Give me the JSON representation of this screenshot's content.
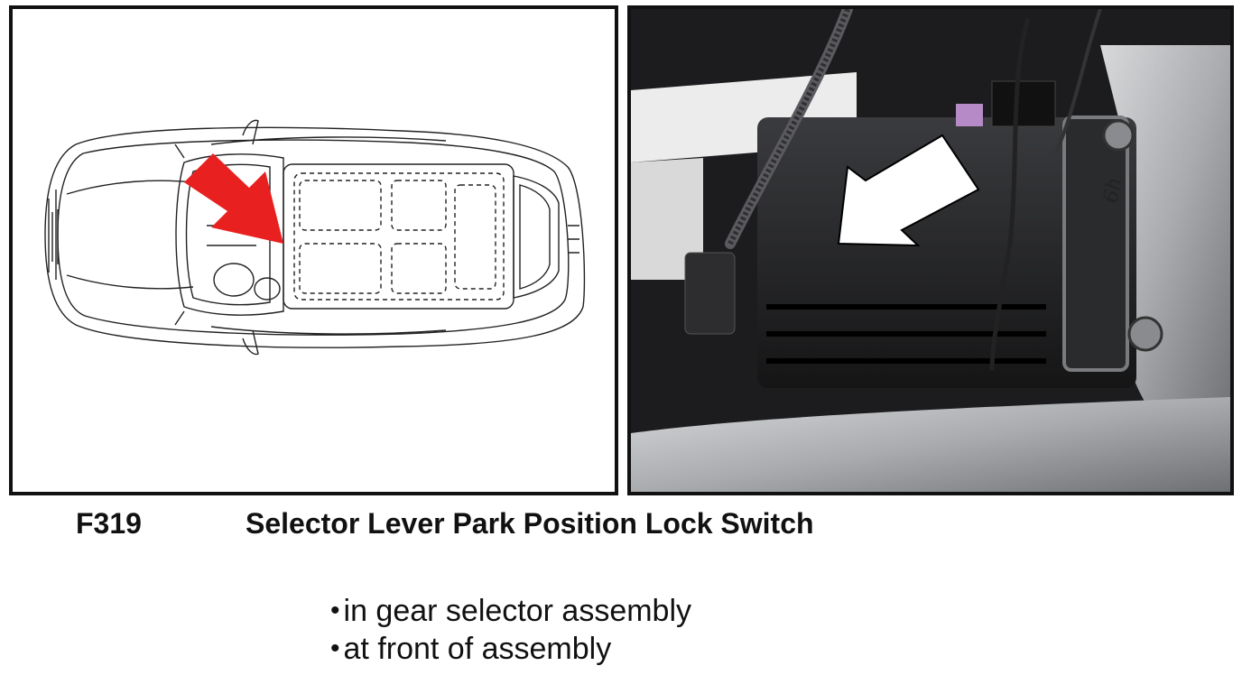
{
  "component": {
    "code": "F319",
    "name": "Selector Lever Park Position Lock Switch"
  },
  "location_notes": [
    "in gear selector assembly",
    "at front of assembly"
  ],
  "photo": {
    "handwritten_mark": "6h"
  },
  "colors": {
    "arrow_diagram": "#e8201f",
    "arrow_photo": "#ffffff",
    "border": "#111111"
  },
  "icons": {
    "bullet": "bullet-dot-icon",
    "diagram_arrow": "red-arrow-icon",
    "photo_arrow": "white-arrow-icon"
  }
}
